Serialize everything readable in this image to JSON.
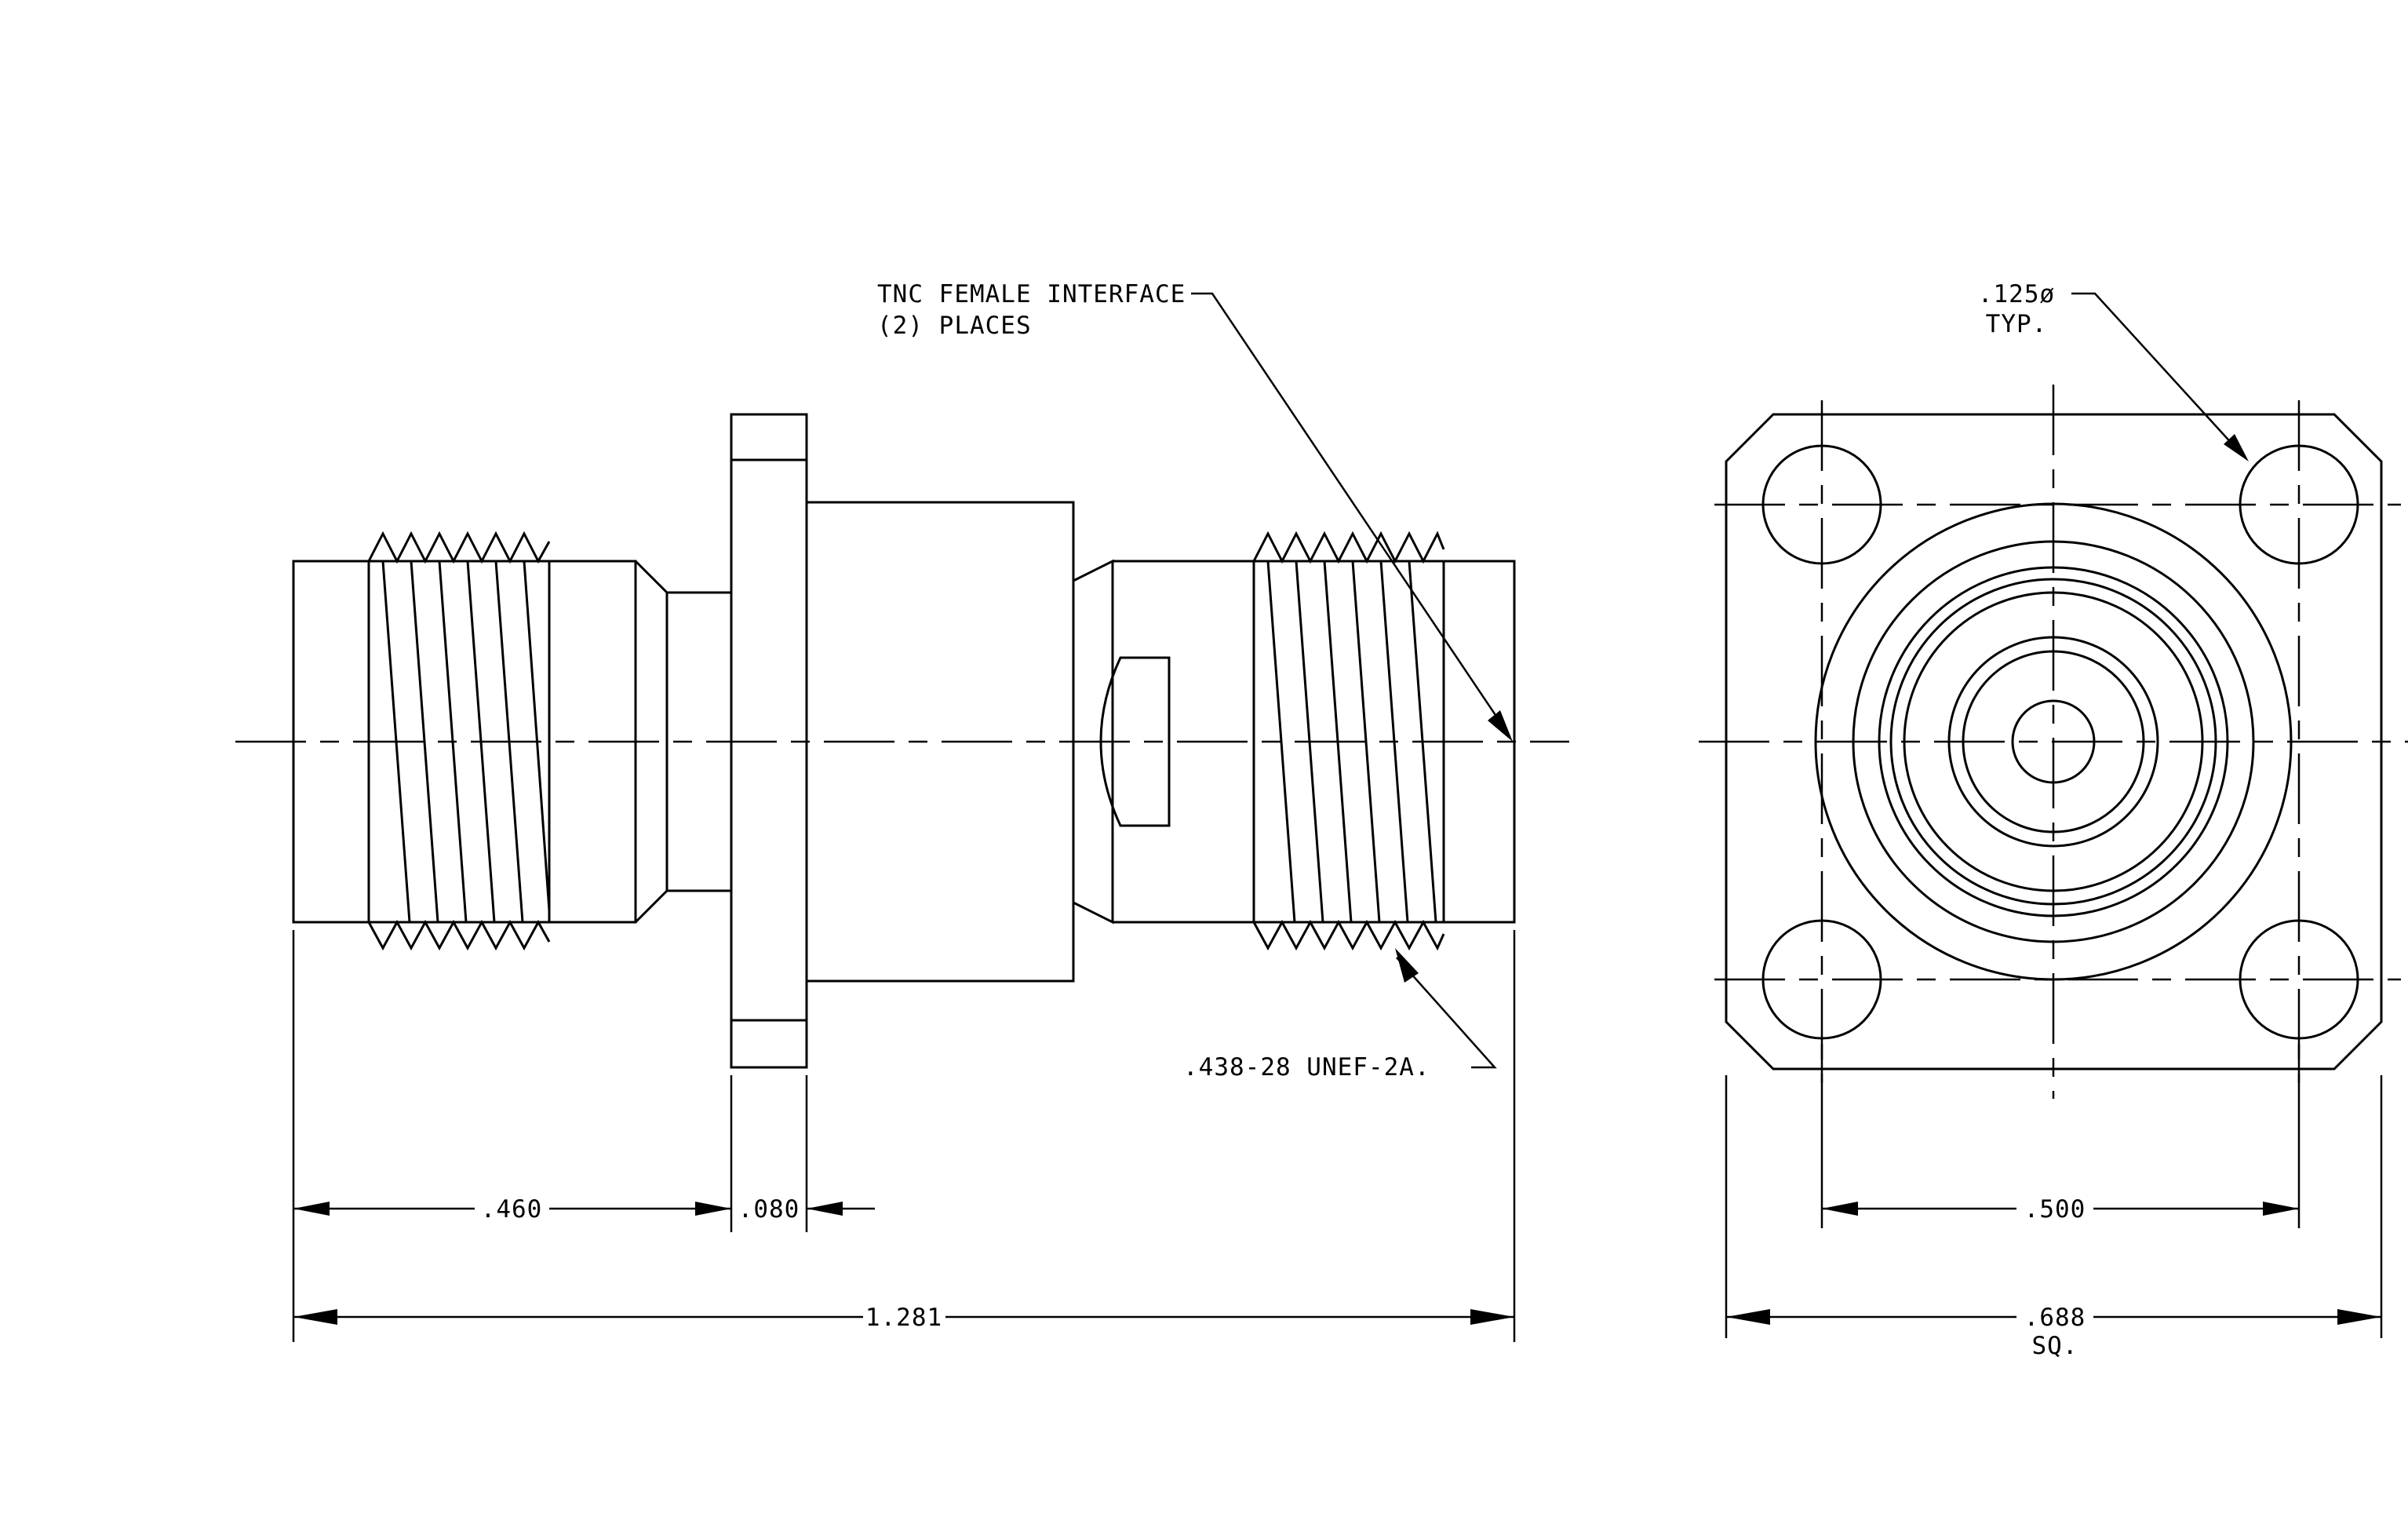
{
  "callouts": {
    "interface_line1": "TNC FEMALE INTERFACE",
    "interface_line2": "(2)  PLACES",
    "thread": ".438-28 UNEF-2A.",
    "hole_line1": ".125ø",
    "hole_line2": "TYP."
  },
  "dimensions": {
    "left_length": ".460",
    "flange_thickness": ".080",
    "overall_length": "1.281",
    "hole_spacing": ".500",
    "flange_size_line1": ".688",
    "flange_size_line2": "SQ."
  }
}
